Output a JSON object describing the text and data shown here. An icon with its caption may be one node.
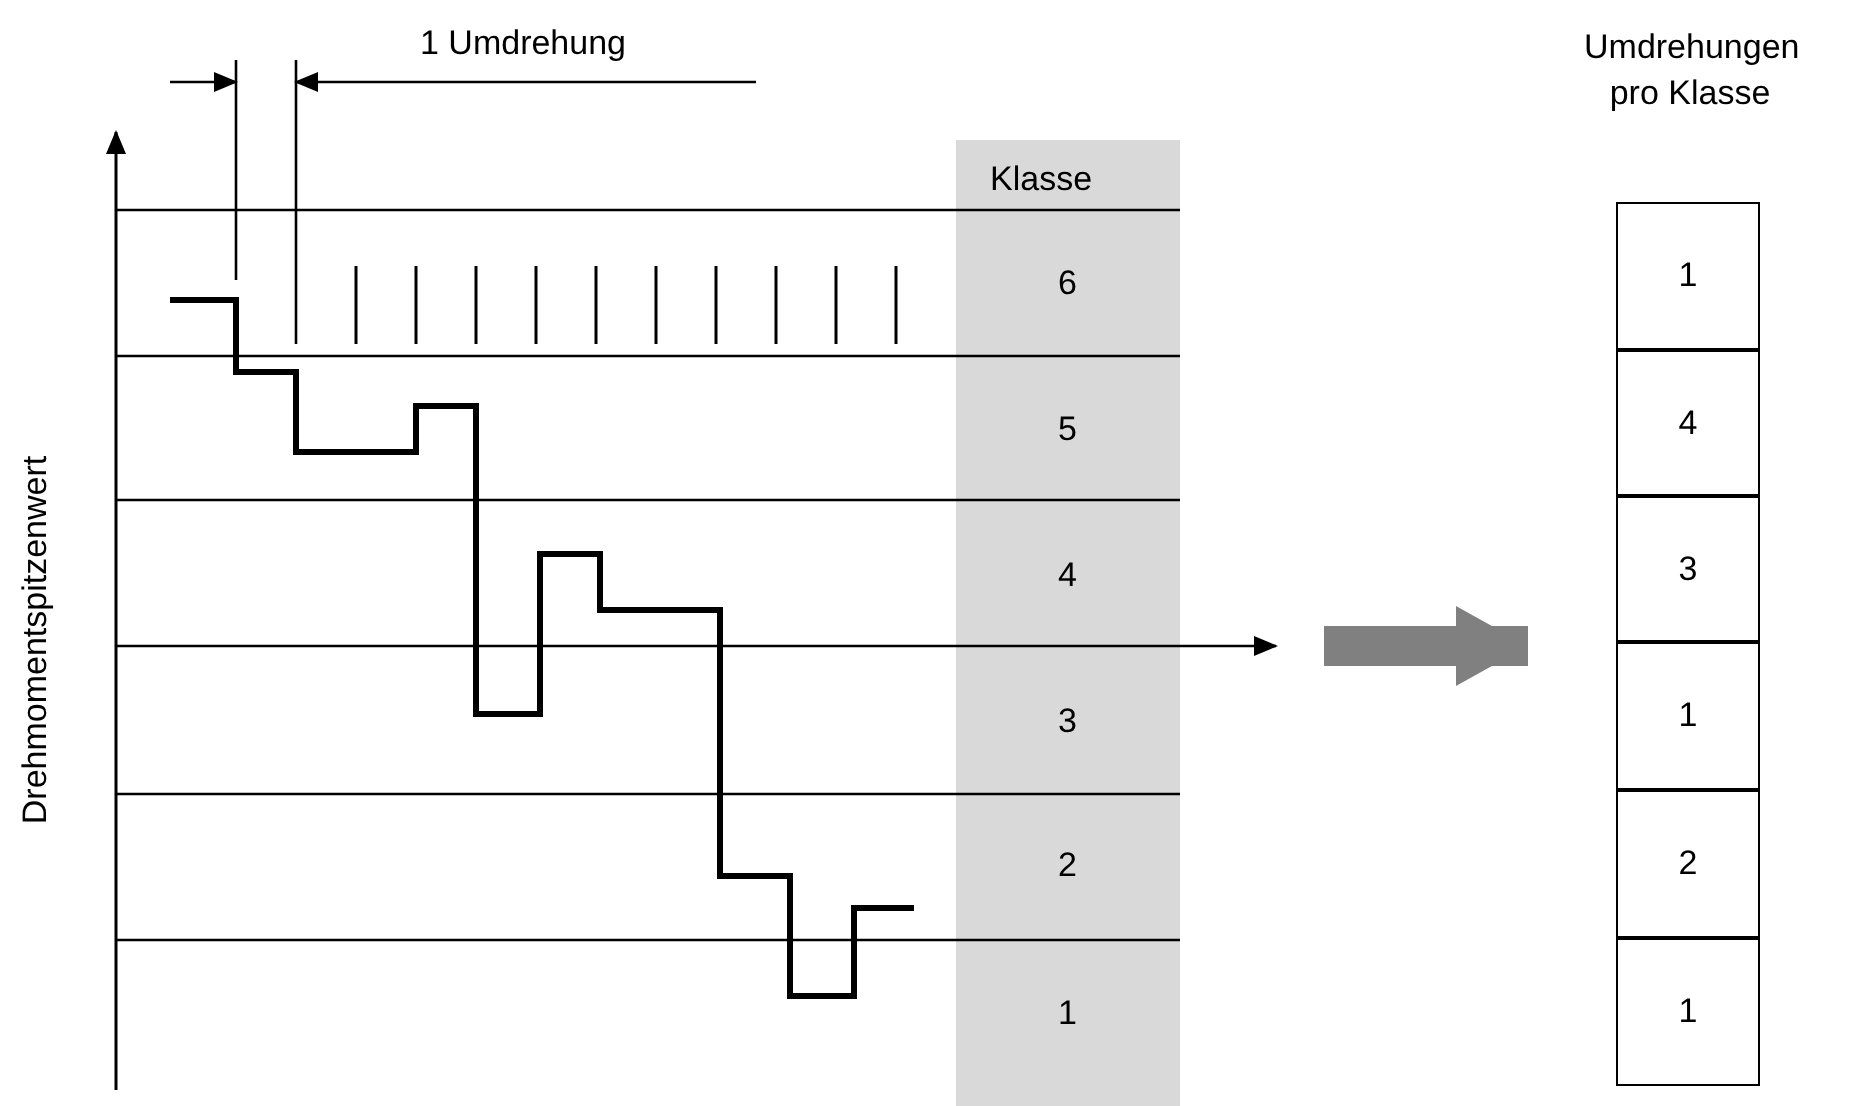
{
  "diagram": {
    "nodes": [
      {
        "text": [],
        "shape": "picture"
      },
      {
        "text": [
          "Umdrehungen pro Klasse"
        ]
      },
      {
        "text": [
          "1"
        ],
        "in": 1
      },
      {
        "text": [
          "4"
        ],
        "in": 1
      },
      {
        "text": [
          "3"
        ],
        "in": 1
      },
      {
        "text": [
          "1"
        ],
        "in": 1
      },
      {
        "text": [
          "2"
        ],
        "in": 1
      },
      {
        "text": [
          "1"
        ],
        "in": 1
      }
    ],
    "edges": [
      {
        "from": 0,
        "to": 1,
        "arrow": "to",
        "color": "#808080"
      }
    ],
    "labels": [
      "1 Umdrehung",
      "Klasse",
      "6",
      "5",
      "4",
      "3",
      "2",
      "1",
      "Drehmomentspitzenwert"
    ]
  }
}
